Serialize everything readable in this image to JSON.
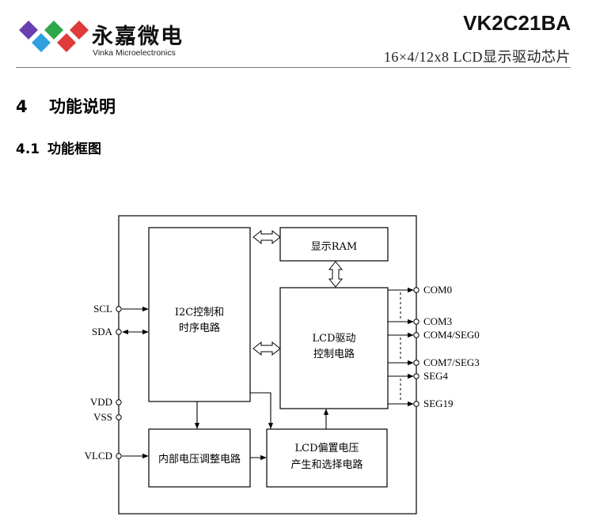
{
  "header": {
    "company_cn": "永嘉微电",
    "company_en": "Vinka Microelectronics",
    "model": "VK2C21BA",
    "subtitle": "16×4/12x8 LCD显示驱动芯片",
    "logo_colors": [
      "#6a3fb0",
      "#2f9fe0",
      "#2ea84a",
      "#e03a3a"
    ]
  },
  "section": {
    "number": "4",
    "title": "功能说明"
  },
  "subsection": {
    "number": "4.1",
    "title": "功能框图"
  },
  "diagram": {
    "blocks": {
      "i2c_line1": "I2C控制和",
      "i2c_line2": "时序电路",
      "ram": "显示RAM",
      "lcd_drv_line1": "LCD驱动",
      "lcd_drv_line2": "控制电路",
      "regulator": "内部电压调整电路",
      "bias_line1": "LCD偏置电压",
      "bias_line2": "产生和选择电路"
    },
    "left_pins": [
      "SCL",
      "SDA",
      "VDD",
      "VSS",
      "VLCD"
    ],
    "right_pins": [
      "COM0",
      "COM3",
      "COM4/SEG0",
      "COM7/SEG3",
      "SEG4",
      "SEG19"
    ]
  }
}
